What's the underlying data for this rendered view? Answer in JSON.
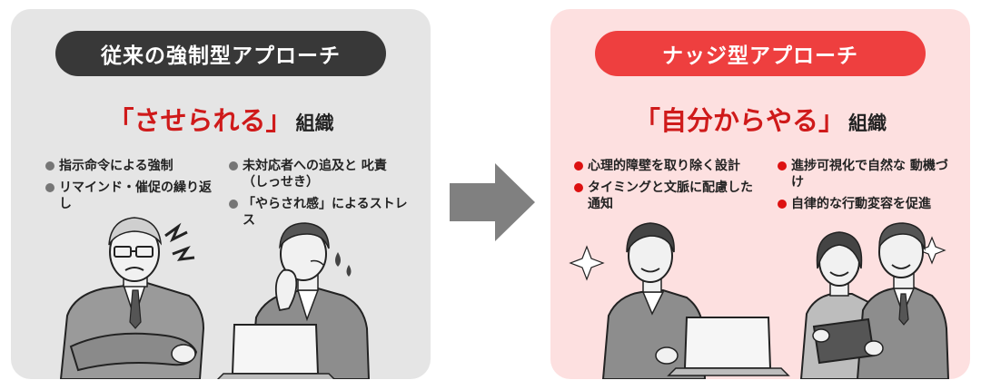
{
  "left_panel": {
    "header": "従来の強制型アプローチ",
    "subtitle_main": "「させられる」",
    "subtitle_suffix": "組織",
    "bullets_col1": [
      "指示命令による強制",
      "リマインド・催促の繰り返し"
    ],
    "bullets_col2": [
      "未対応者への追及と 叱責（しっせき）",
      "「やらされ感」によるストレス"
    ]
  },
  "right_panel": {
    "header": "ナッジ型アプローチ",
    "subtitle_main": "「自分からやる」",
    "subtitle_suffix": "組織",
    "bullets_col1": [
      "心理的障壁を取り除く設計",
      "タイミングと文脈に配慮した 通知"
    ],
    "bullets_col2": [
      "進捗可視化で自然な 動機づけ",
      "自律的な行動変容を促進"
    ]
  },
  "colors": {
    "left_bg": "#e5e5e5",
    "left_header": "#383838",
    "right_bg": "#fde0e0",
    "right_header": "#ee3f3f",
    "accent_red": "#cf1a1a",
    "arrow": "#808080"
  }
}
